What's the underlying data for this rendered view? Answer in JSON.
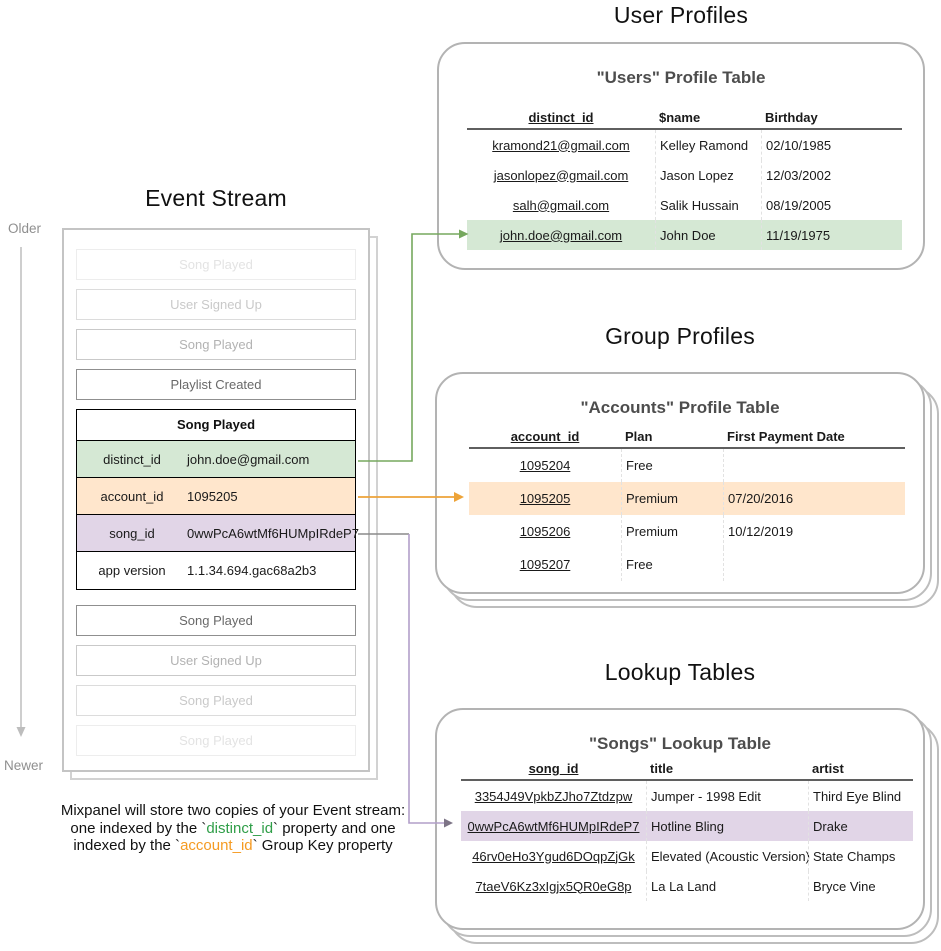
{
  "event_stream": {
    "title": "Event Stream",
    "older_label": "Older",
    "newer_label": "Newer",
    "events_before": [
      {
        "label": "Song Played",
        "fade": 1
      },
      {
        "label": "User Signed Up",
        "fade": 2
      },
      {
        "label": "Song Played",
        "fade": 3
      },
      {
        "label": "Playlist Created",
        "fade": 4
      }
    ],
    "expanded_event": {
      "title": "Song Played",
      "properties": [
        {
          "key": "distinct_id",
          "value": "john.doe@gmail.com",
          "highlight": "green"
        },
        {
          "key": "account_id",
          "value": "1095205",
          "highlight": "orange"
        },
        {
          "key": "song_id",
          "value": "0wwPcA6wtMf6HUMpIRdeP7",
          "highlight": "purple"
        },
        {
          "key": "app version",
          "value": "1.1.34.694.gac68a2b3",
          "highlight": "none"
        }
      ]
    },
    "events_after": [
      {
        "label": "Song Played",
        "fade": 4
      },
      {
        "label": "User Signed Up",
        "fade": 3
      },
      {
        "label": "Song Played",
        "fade": 2
      },
      {
        "label": "Song Played",
        "fade": 1
      }
    ]
  },
  "sections": {
    "user_profiles": {
      "title": "User Profiles",
      "card_title": "\"Users\" Profile Table",
      "columns": [
        "distinct_id",
        "$name",
        "Birthday"
      ],
      "rows": [
        [
          "kramond21@gmail.com",
          "Kelley Ramond",
          "02/10/1985"
        ],
        [
          "jasonlopez@gmail.com",
          "Jason Lopez",
          "12/03/2002"
        ],
        [
          "salh@gmail.com",
          "Salik Hussain",
          "08/19/2005"
        ],
        [
          "john.doe@gmail.com",
          "John Doe",
          "11/19/1975"
        ]
      ],
      "highlight_row": 3,
      "highlight_color": "#d5e8d4"
    },
    "group_profiles": {
      "title": "Group Profiles",
      "card_title": "\"Accounts\" Profile Table",
      "columns": [
        "account_id",
        "Plan",
        "First Payment Date"
      ],
      "rows": [
        [
          "1095204",
          "Free",
          ""
        ],
        [
          "1095205",
          "Premium",
          "07/20/2016"
        ],
        [
          "1095206",
          "Premium",
          "10/12/2019"
        ],
        [
          "1095207",
          "Free",
          ""
        ]
      ],
      "highlight_row": 1,
      "highlight_color": "#ffe6cc"
    },
    "lookup_tables": {
      "title": "Lookup Tables",
      "card_title": "\"Songs\" Lookup Table",
      "columns": [
        "song_id",
        "title",
        "artist"
      ],
      "rows": [
        [
          "3354J49VpkbZJho7Ztdzpw",
          "Jumper - 1998 Edit",
          "Third Eye Blind"
        ],
        [
          "0wwPcA6wtMf6HUMpIRdeP7",
          "Hotline Bling",
          "Drake"
        ],
        [
          "46rv0eHo3Ygud6DOqpZjGk",
          "Elevated (Acoustic Version)",
          "State Champs"
        ],
        [
          "7taeV6Kz3xIgjx5QR0eG8p",
          "La La Land",
          "Bryce Vine"
        ]
      ],
      "highlight_row": 1,
      "highlight_color": "#e1d5e7"
    }
  },
  "caption": {
    "line1": "Mixpanel will store two copies of your Event stream:",
    "line2_pre": "one indexed by the `",
    "line2_key": "distinct_id",
    "line2_post": "` property and one",
    "line3_pre": "indexed by the `",
    "line3_key": "account_id",
    "line3_post": "` Group Key property"
  },
  "colors": {
    "green_highlight": "#d5e8d4",
    "orange_highlight": "#ffe6cc",
    "purple_highlight": "#e1d5e7",
    "green_accent": "#2f9e48",
    "orange_accent": "#f59b23",
    "green_arrow": "#76a85e",
    "orange_arrow": "#eda338",
    "purple_arrow": "#b29fc9",
    "purple_arrowhead": "#7d7486",
    "gray_arrow": "#8a8a8a",
    "timeline_arrow": "#bdbdbd"
  }
}
